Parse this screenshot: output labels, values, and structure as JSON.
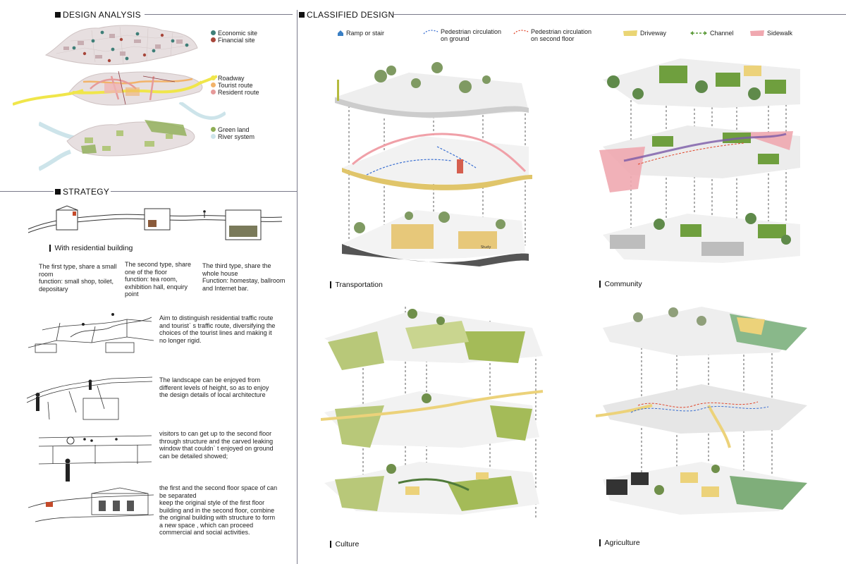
{
  "design_analysis": {
    "title": "DESIGN ANALYSIS",
    "legends": [
      {
        "items": [
          {
            "label": "Economic site",
            "color": "#3f7f78"
          },
          {
            "label": "Financial site",
            "color": "#a7463a"
          }
        ]
      },
      {
        "items": [
          {
            "label": "Roadway",
            "color": "#f0e64a"
          },
          {
            "label": "Tourist route",
            "color": "#f2b36a"
          },
          {
            "label": "Resident route",
            "color": "#e69a9a"
          }
        ]
      },
      {
        "items": [
          {
            "label": "Green land",
            "color": "#8fae55"
          },
          {
            "label": "River system",
            "color": "#cde4ea"
          }
        ]
      }
    ]
  },
  "strategy": {
    "title": "STRATEGY",
    "subtitle": "With residential building",
    "types": [
      {
        "text": "The first type, share a small room\nfunction:   small shop, toilet, depositary"
      },
      {
        "text": "The second type, share one of the floor\nfunction: tea room, exhibition hall, enquiry point"
      },
      {
        "text": "The third type, share the whole house\nFunction: homestay, ballroom and Internet bar."
      }
    ],
    "points": [
      {
        "text": "Aim to distinguish residential traffic route and touristˋ s traffic route, diversifying the choices of the tourist lines and making it no longer rigid."
      },
      {
        "text": "The landscape can be enjoyed from different levels of height, so as to enjoy the design details of local architecture"
      },
      {
        "text": "visitors to can get up to the second floor through structure and the carved leaking window that couldnˋ t enjoyed on ground can be detailed showed;"
      },
      {
        "text": "the first and the second floor space of can be separated\nkeep the original style of the first floor building and in the second floor, combine the original building with structure to form a new space , which can proceed commercial and social activities."
      }
    ]
  },
  "classified_design": {
    "title": "CLASSIFIED DESIGN",
    "legend": [
      {
        "label": "Ramp or stair",
        "icon": "ramp-icon",
        "color": "#3a7fc4"
      },
      {
        "label": "Pedestrian circulation\non ground",
        "icon": "dashed-blue-icon",
        "color": "#3a6fd1"
      },
      {
        "label": "Pedestrian circulation\non second floor",
        "icon": "dashed-red-icon",
        "color": "#e0462c"
      },
      {
        "label": "Driveway",
        "icon": "driveway-icon",
        "color": "#ead574"
      },
      {
        "label": "Channel",
        "icon": "channel-icon",
        "color": "#5d9b3a"
      },
      {
        "label": "Sidewalk",
        "icon": "sidewalk-icon",
        "color": "#f0a8b0"
      }
    ],
    "panels": [
      {
        "label": "Transportation"
      },
      {
        "label": "Community"
      },
      {
        "label": "Culture"
      },
      {
        "label": "Agriculture"
      }
    ],
    "site_tag": "Study"
  }
}
